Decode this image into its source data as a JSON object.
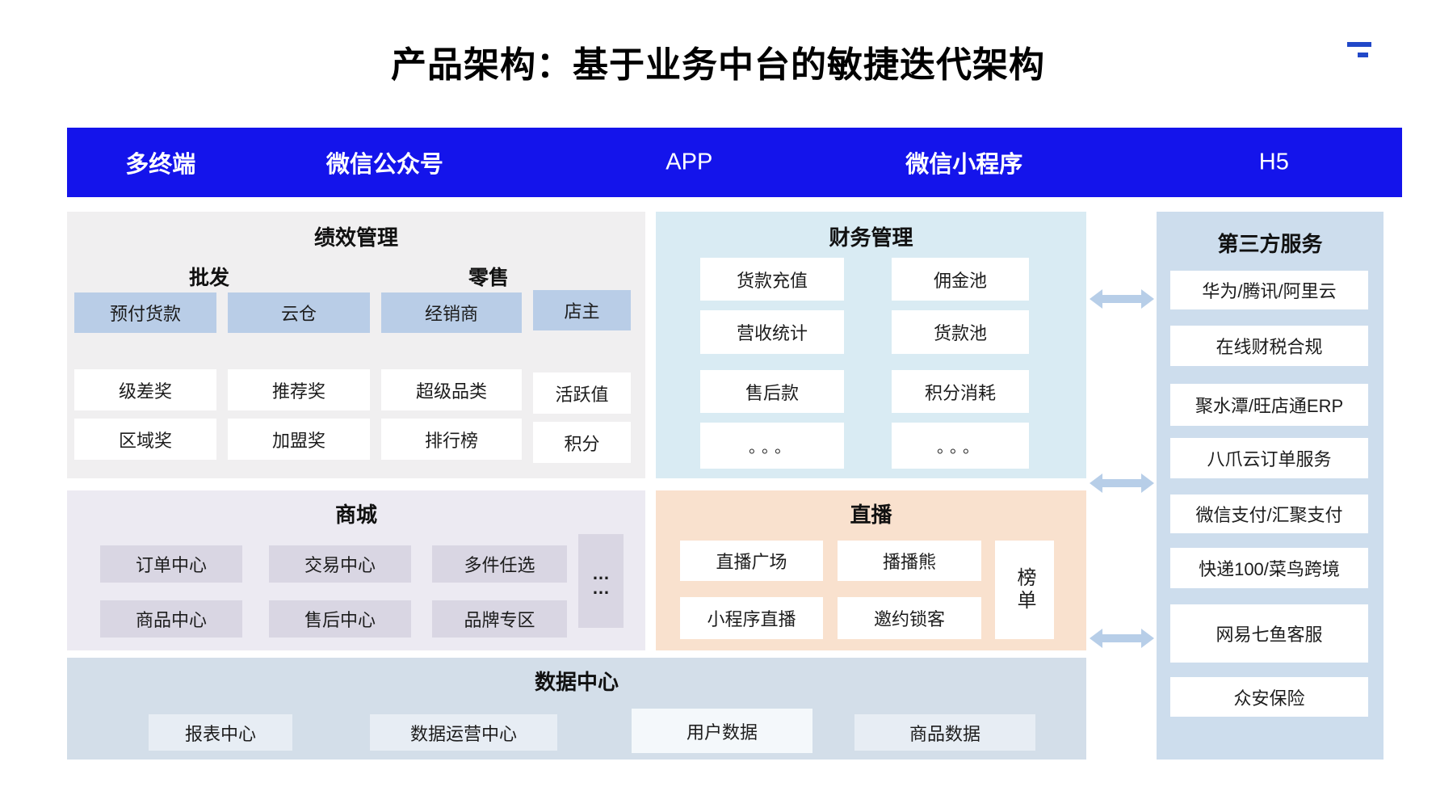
{
  "page": {
    "title": "产品架构：基于业务中台的敏捷迭代架构"
  },
  "header": {
    "items": [
      {
        "label": "多终端"
      },
      {
        "label": "微信公众号"
      },
      {
        "label": "APP"
      },
      {
        "label": "微信小程序"
      },
      {
        "label": "H5"
      }
    ]
  },
  "sections": {
    "performance": {
      "title": "绩效管理",
      "groups": [
        {
          "label": "批发"
        },
        {
          "label": "零售"
        }
      ],
      "highlight_row": [
        "预付货款",
        "云仓",
        "经销商",
        "店主"
      ],
      "rows": [
        [
          "级差奖",
          "推荐奖",
          "超级品类",
          "活跃值"
        ],
        [
          "区域奖",
          "加盟奖",
          "排行榜",
          "积分"
        ]
      ]
    },
    "mall": {
      "title": "商城",
      "rows": [
        [
          "订单中心",
          "交易中心",
          "多件任选"
        ],
        [
          "商品中心",
          "售后中心",
          "品牌专区"
        ]
      ],
      "more_lines": [
        "…",
        "…"
      ]
    },
    "finance": {
      "title": "财务管理",
      "rows": [
        [
          "货款充值",
          "佣金池"
        ],
        [
          "营收统计",
          "货款池"
        ],
        [
          "售后款",
          "积分消耗"
        ],
        [
          "。。。",
          "。。。"
        ]
      ]
    },
    "live": {
      "title": "直播",
      "rows": [
        [
          "直播广场",
          "播播熊"
        ],
        [
          "小程序直播",
          "邀约锁客"
        ]
      ],
      "side_box": "榜单"
    },
    "data_center": {
      "title": "数据中心",
      "items": [
        "报表中心",
        "数据运营中心",
        "用户数据",
        "商品数据"
      ]
    },
    "third_party": {
      "title": "第三方服务",
      "items": [
        "华为/腾讯/阿里云",
        "在线财税合规",
        "聚水潭/旺店通ERP",
        "八爪云订单服务",
        "微信支付/汇聚支付",
        "快递100/菜鸟跨境",
        "网易七鱼客服",
        "众安保险"
      ]
    }
  },
  "colors": {
    "accent_blue": "#1414EB",
    "performance_bg": "#F0EFF0",
    "highlight_box": "#B9CDE7",
    "mall_bg": "#ECEAF2",
    "mall_box": "#D9D6E3",
    "finance_bg": "#D9EBF3",
    "live_bg": "#F9E1CE",
    "data_center_bg": "#D3DEE9",
    "data_center_box": "#E7EDF4",
    "third_party_bg": "#CDDDED",
    "arrow": "#B7CEE8"
  }
}
